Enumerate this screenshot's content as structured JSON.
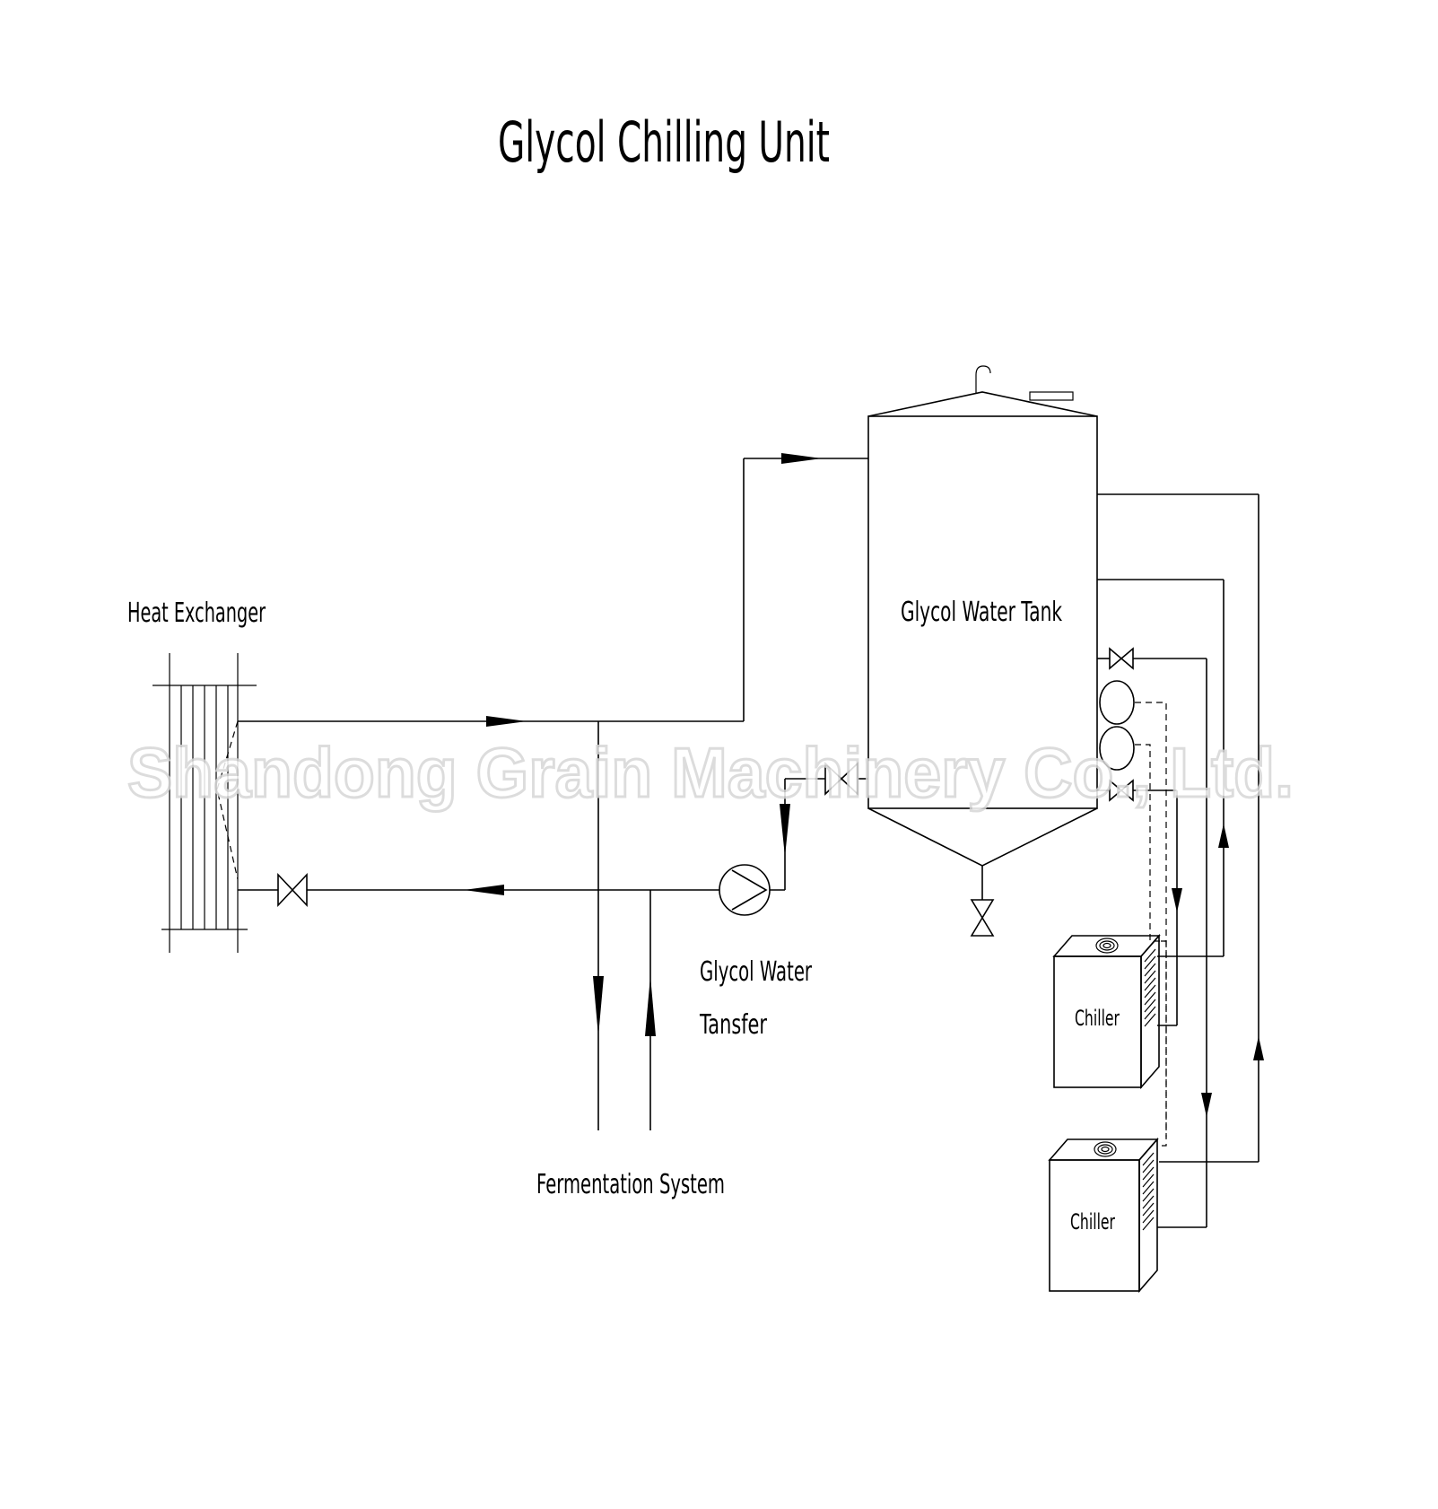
{
  "title": "Glycol Chilling Unit",
  "watermark": "Shandong Grain Machinery Co., Ltd.",
  "labels": {
    "heat_exchanger": "Heat Exchanger",
    "glycol_water_tank": "Glycol Water Tank",
    "glycol_water_transfer_line1": "Glycol Water",
    "glycol_water_transfer_line2": "Tansfer",
    "fermentation_system": "Fermentation System",
    "chiller_1": "Chiller",
    "chiller_2": "Chiller"
  },
  "colors": {
    "line": "#000000",
    "background": "#ffffff",
    "watermark": "#d7d7d7"
  }
}
